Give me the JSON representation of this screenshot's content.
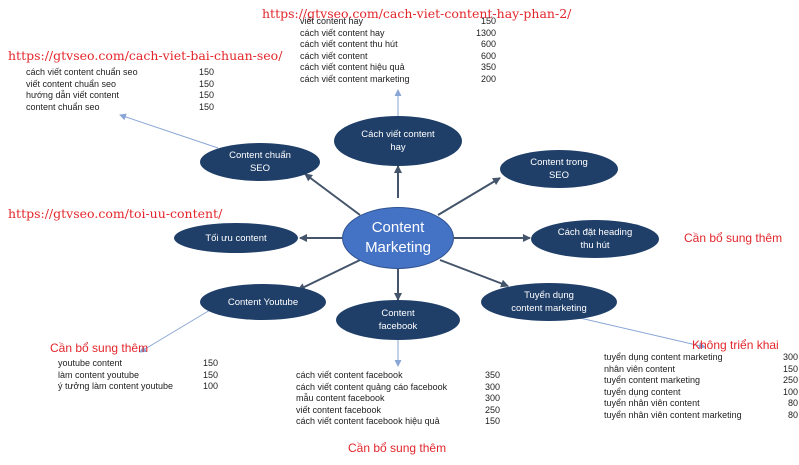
{
  "center": {
    "line1": "Content",
    "line2": "Marketing"
  },
  "nodes": {
    "cach_viet_content_hay": {
      "line1": "Cách viết content",
      "line2": "hay"
    },
    "content_chuan_seo": {
      "line1": "Content chuẩn",
      "line2": "SEO"
    },
    "content_trong_seo": {
      "line1": "Content trong",
      "line2": "SEO"
    },
    "toi_uu_content": {
      "line1": "Tối ưu content",
      "line2": ""
    },
    "cach_dat_heading": {
      "line1": "Cách đặt heading",
      "line2": "thu hút"
    },
    "content_youtube": {
      "line1": "Content Youtube",
      "line2": ""
    },
    "content_facebook": {
      "line1": "Content",
      "line2": "facebook"
    },
    "tuyen_dung": {
      "line1": "Tuyển dụng",
      "line2": "content marketing"
    }
  },
  "urls": {
    "hay_phan_2": "https://gtvseo.com/cach-viet-content-hay-phan-2/",
    "bai_chuan_seo": "https://gtvseo.com/cach-viet-bai-chuan-seo/",
    "toi_uu": "https://gtvseo.com/toi-uu-content/"
  },
  "notes": {
    "heading": "Cần bổ sung thêm",
    "youtube": "Cần bổ sung thêm",
    "facebook": "Cần bổ sung thêm",
    "tuyen_dung": "Không triển khai"
  },
  "keywords": {
    "hay": [
      {
        "kw": "viết content hay",
        "vol": "150"
      },
      {
        "kw": "cách viết content hay",
        "vol": "1300"
      },
      {
        "kw": "cách viết content thu hút",
        "vol": "600"
      },
      {
        "kw": "cách viết content",
        "vol": "600"
      },
      {
        "kw": "cách viết content hiệu quả",
        "vol": "350"
      },
      {
        "kw": "cách viết content marketing",
        "vol": "200"
      }
    ],
    "seo": [
      {
        "kw": "cách viết content chuẩn seo",
        "vol": "150"
      },
      {
        "kw": "viết content chuẩn seo",
        "vol": "150"
      },
      {
        "kw": "hướng dẫn viết content",
        "vol": "150"
      },
      {
        "kw": "content chuẩn seo",
        "vol": "150"
      }
    ],
    "youtube": [
      {
        "kw": "youtube content",
        "vol": "150"
      },
      {
        "kw": "làm content youtube",
        "vol": "150"
      },
      {
        "kw": "ý tưởng làm content youtube",
        "vol": "100"
      }
    ],
    "facebook": [
      {
        "kw": "cách viết content facebook",
        "vol": "350"
      },
      {
        "kw": "cách viết content quảng cáo facebook",
        "vol": "300"
      },
      {
        "kw": "mẫu content facebook",
        "vol": "300"
      },
      {
        "kw": "viết content facebook",
        "vol": "250"
      },
      {
        "kw": "cách viết content facebook hiệu quả",
        "vol": "150"
      }
    ],
    "tuyen_dung": [
      {
        "kw": "tuyển dụng content marketing",
        "vol": "300"
      },
      {
        "kw": "nhân viên content",
        "vol": "150"
      },
      {
        "kw": "tuyển content marketing",
        "vol": "250"
      },
      {
        "kw": "tuyển dụng content",
        "vol": "100"
      },
      {
        "kw": "tuyển nhân viên content",
        "vol": "80"
      },
      {
        "kw": "tuyển nhân viên content marketing",
        "vol": "80"
      }
    ]
  },
  "colors": {
    "node": "#1f3f69",
    "center": "#4472c4",
    "arrow": "#44546a",
    "link": "#8aa6d6",
    "note": "#e3262b"
  }
}
